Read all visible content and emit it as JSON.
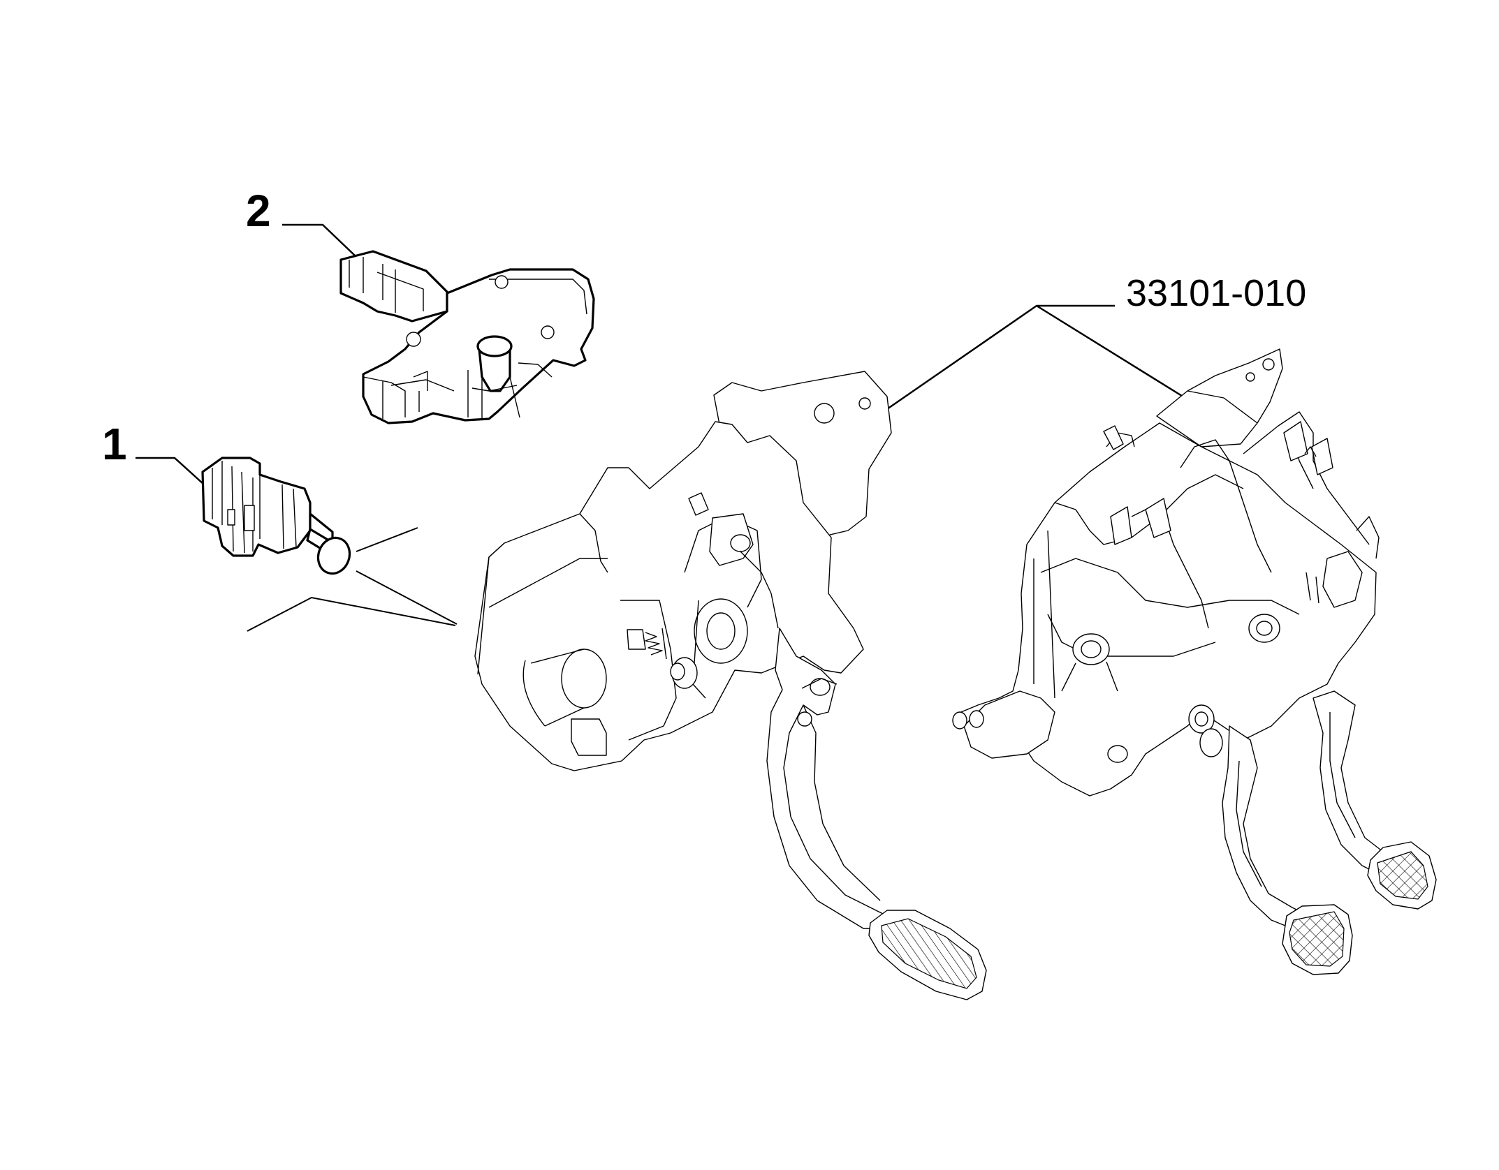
{
  "callouts": {
    "part_1": "1",
    "part_2": "2",
    "assembly_ref": "33101-010"
  },
  "colors": {
    "line": "#000000",
    "background": "#ffffff"
  }
}
